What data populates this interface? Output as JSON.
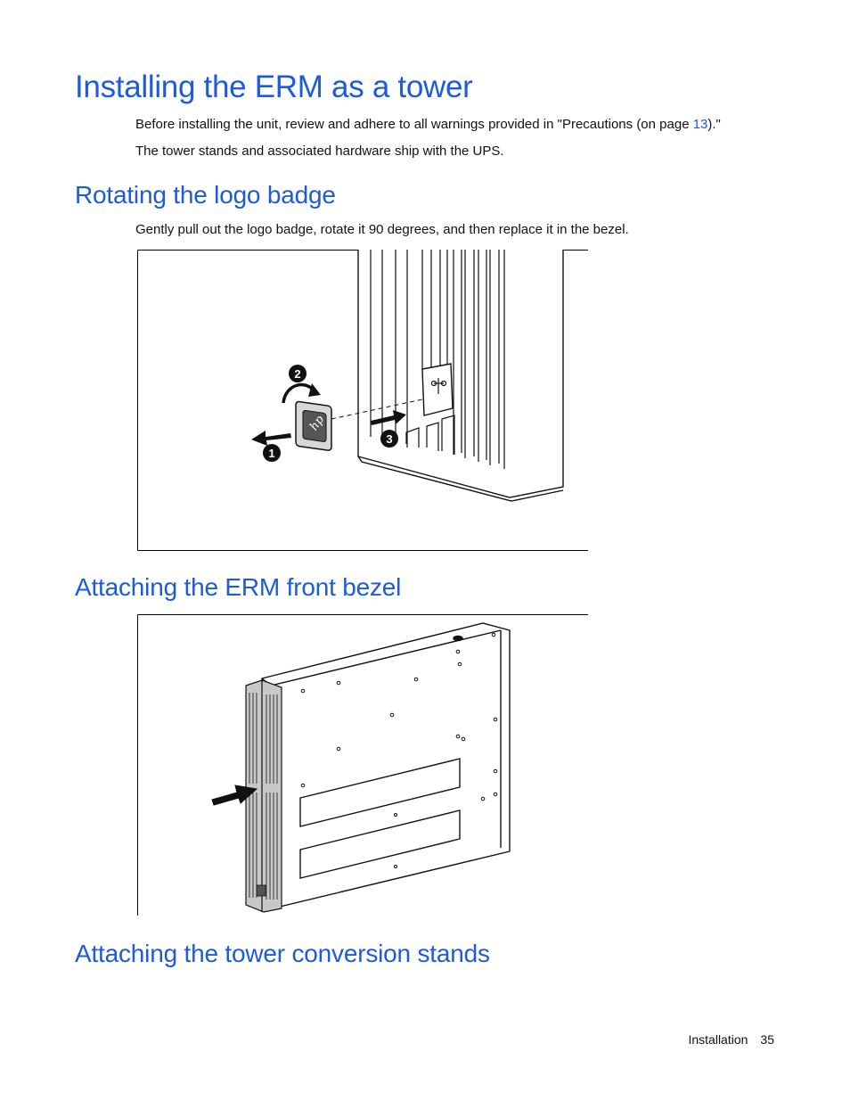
{
  "page": {
    "title": "Installing the ERM as a tower",
    "intro": {
      "before_link": "Before installing the unit, review and adhere to all warnings provided in \"Precautions (on page ",
      "link_page": "13",
      "after_link": ").\""
    },
    "intro2": "The tower stands and associated hardware ship with the UPS."
  },
  "sections": {
    "logo_badge": {
      "heading": "Rotating the logo badge",
      "text": "Gently pull out the logo badge, rotate it 90 degrees, and then replace it in the bezel.",
      "callouts": [
        "1",
        "2",
        "3"
      ]
    },
    "front_bezel": {
      "heading": "Attaching the ERM front bezel"
    },
    "stands": {
      "heading": "Attaching the tower conversion stands"
    }
  },
  "footer": {
    "section": "Installation",
    "page_number": "35"
  },
  "colors": {
    "heading": "#1d5bd8",
    "link": "#1d5bd8"
  }
}
